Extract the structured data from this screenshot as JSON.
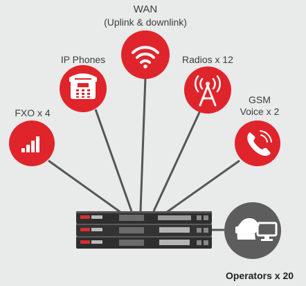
{
  "nodes": {
    "wan": {
      "title": "WAN",
      "subtitle": "(Uplink & downlink)",
      "icon": "wifi-icon"
    },
    "ip_phones": {
      "label": "IP Phones",
      "icon": "desk-phone-icon"
    },
    "radios": {
      "label": "Radios x 12",
      "icon": "radio-tower-icon"
    },
    "fxo": {
      "label": "FXO x 4",
      "icon": "signal-bars-icon"
    },
    "gsm": {
      "label_line1": "GSM",
      "label_line2": "Voice x 2",
      "icon": "phone-handset-icon"
    },
    "operators": {
      "label": "Operators x 20",
      "icon": "operator-headset-icon"
    }
  },
  "colors": {
    "background": "#e9eaea",
    "node_red": "#e0242b",
    "line": "#555555",
    "operator_circle": "#5d5d5d",
    "device": "#2e2e2e"
  }
}
